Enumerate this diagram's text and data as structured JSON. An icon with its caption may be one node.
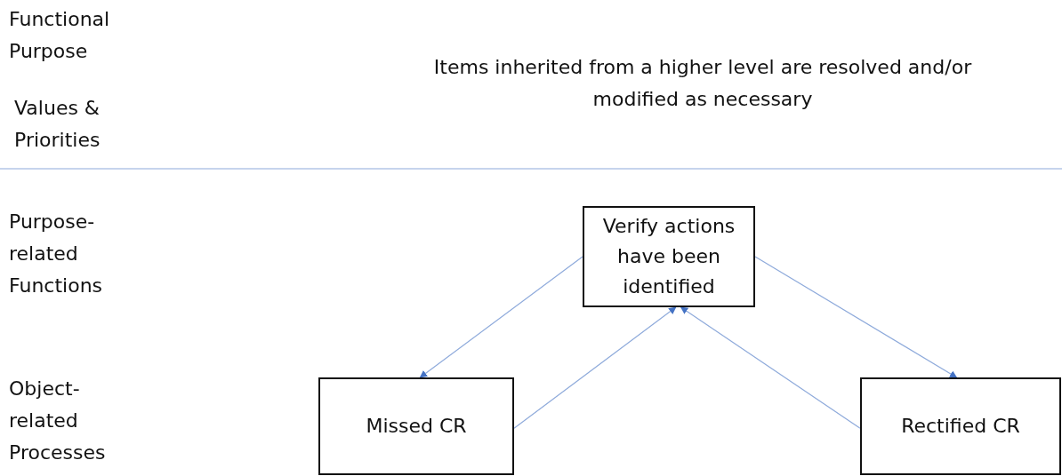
{
  "diagram": {
    "nodes": [
      {
        "text": [
          "Verify actions have been identified"
        ]
      },
      {
        "text": [
          "Missed CR"
        ]
      },
      {
        "text": [
          "Rectified CR"
        ]
      }
    ],
    "edges": [
      {
        "from": 0,
        "to": 1,
        "arrow": "to"
      },
      {
        "from": 1,
        "to": 0,
        "arrow": "to"
      },
      {
        "from": 2,
        "to": 0,
        "arrow": "to"
      },
      {
        "from": 0,
        "to": 2,
        "arrow": "to"
      }
    ],
    "labels": [
      "Functional Purpose",
      "Items inherited from a higher level are resolved and/or modified as necessary",
      "Values & Priorities",
      "Purpose-related Functions",
      "Object-related Processes"
    ]
  }
}
